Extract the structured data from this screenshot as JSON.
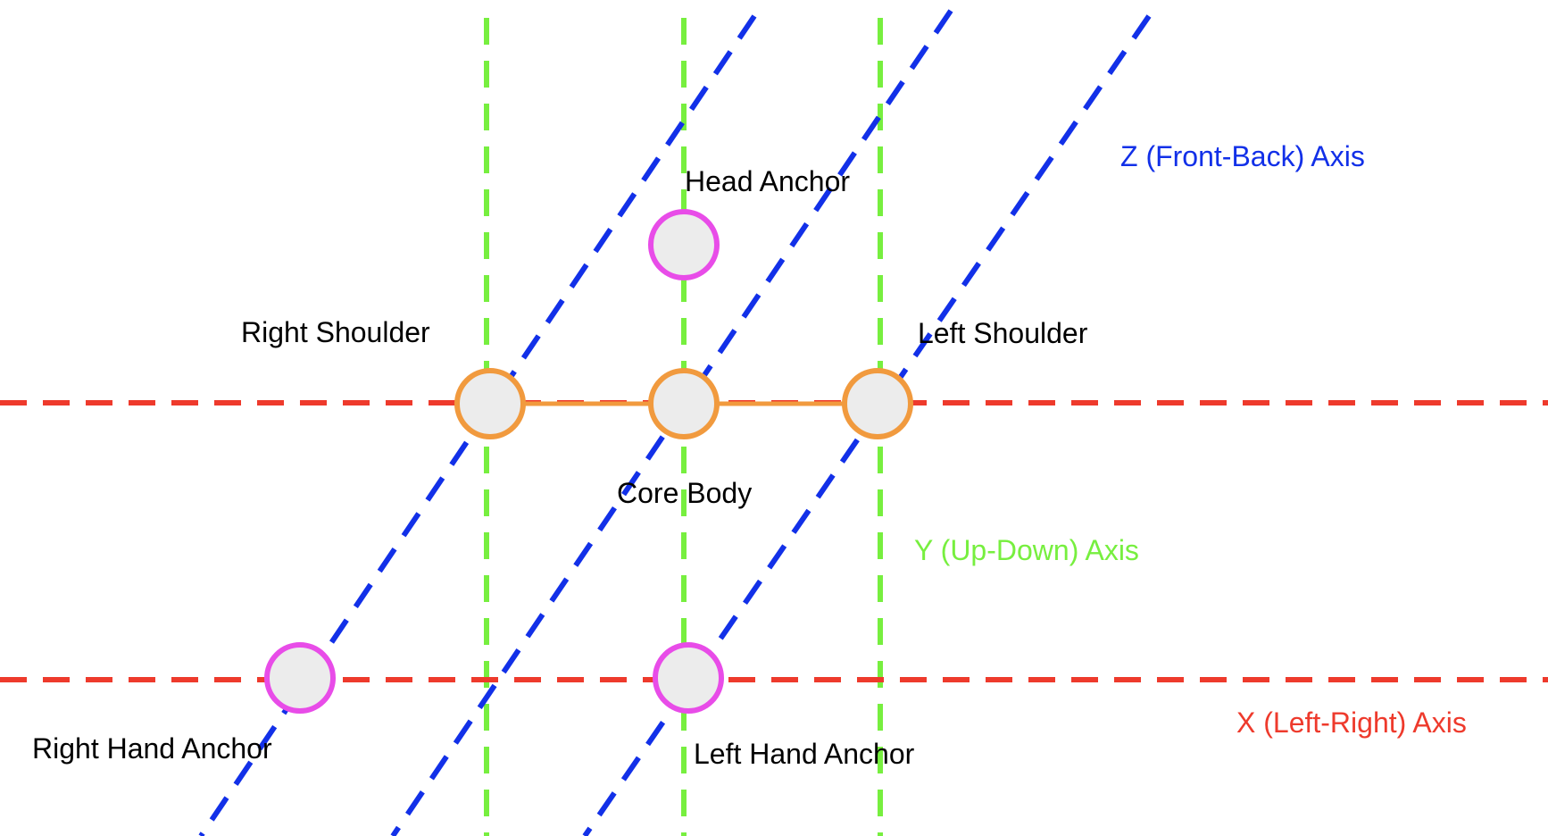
{
  "colors": {
    "x_axis": "#ee3a2c",
    "y_axis": "#77ef3f",
    "z_axis": "#1230e8",
    "joint_ring": "#f19a3e",
    "anchor_ring": "#e84ce8",
    "node_fill": "#ececec",
    "connector": "#f19a3e",
    "text": "#000000"
  },
  "axes": {
    "x_label": "X (Left-Right) Axis",
    "y_label": "Y (Up-Down) Axis",
    "z_label": "Z (Front-Back) Axis"
  },
  "nodes": {
    "head_anchor": "Head Anchor",
    "right_shoulder": "Right Shoulder",
    "left_shoulder": "Left Shoulder",
    "core_body": "Core Body",
    "right_hand_anchor": "Right Hand Anchor",
    "left_hand_anchor": "Left Hand Anchor"
  }
}
